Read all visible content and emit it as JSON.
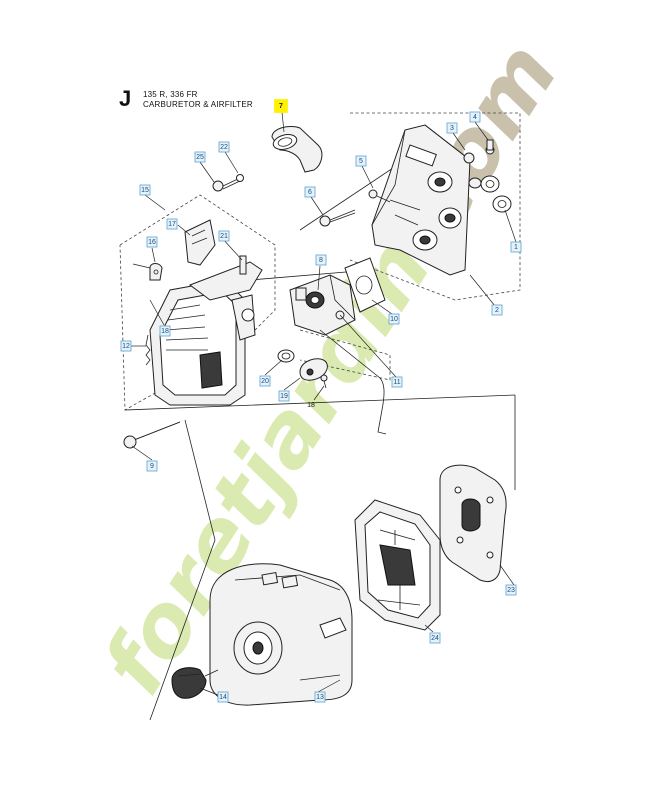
{
  "header": {
    "section_letter": "J",
    "model": "135 R, 336 FR",
    "title": "CARBURETOR & AIRFILTER"
  },
  "watermark": {
    "text": "foretjardin.com",
    "colors": {
      "letters": "#d8e8a8",
      "dot": "#e8c27a",
      "com": "#c4bba4"
    }
  },
  "colors": {
    "callout_border": "#5aa3cf",
    "callout_fill": "#e6f2fb",
    "highlight": "#fff200"
  },
  "callouts": [
    {
      "id": "1",
      "label": "1"
    },
    {
      "id": "2",
      "label": "2"
    },
    {
      "id": "3",
      "label": "3"
    },
    {
      "id": "4",
      "label": "4"
    },
    {
      "id": "5",
      "label": "5"
    },
    {
      "id": "6",
      "label": "6"
    },
    {
      "id": "7",
      "label": "7",
      "highlight": true
    },
    {
      "id": "8",
      "label": "8"
    },
    {
      "id": "9",
      "label": "9"
    },
    {
      "id": "10",
      "label": "10"
    },
    {
      "id": "11",
      "label": "11"
    },
    {
      "id": "12",
      "label": "12"
    },
    {
      "id": "13",
      "label": "13"
    },
    {
      "id": "14",
      "label": "14"
    },
    {
      "id": "15",
      "label": "15"
    },
    {
      "id": "16",
      "label": "16"
    },
    {
      "id": "17",
      "label": "17"
    },
    {
      "id": "18a",
      "label": "18"
    },
    {
      "id": "18b",
      "label": "18",
      "plain": true
    },
    {
      "id": "19",
      "label": "19"
    },
    {
      "id": "20",
      "label": "20"
    },
    {
      "id": "21",
      "label": "21"
    },
    {
      "id": "22",
      "label": "22"
    },
    {
      "id": "23",
      "label": "23"
    },
    {
      "id": "24",
      "label": "24"
    },
    {
      "id": "25",
      "label": "25"
    }
  ]
}
